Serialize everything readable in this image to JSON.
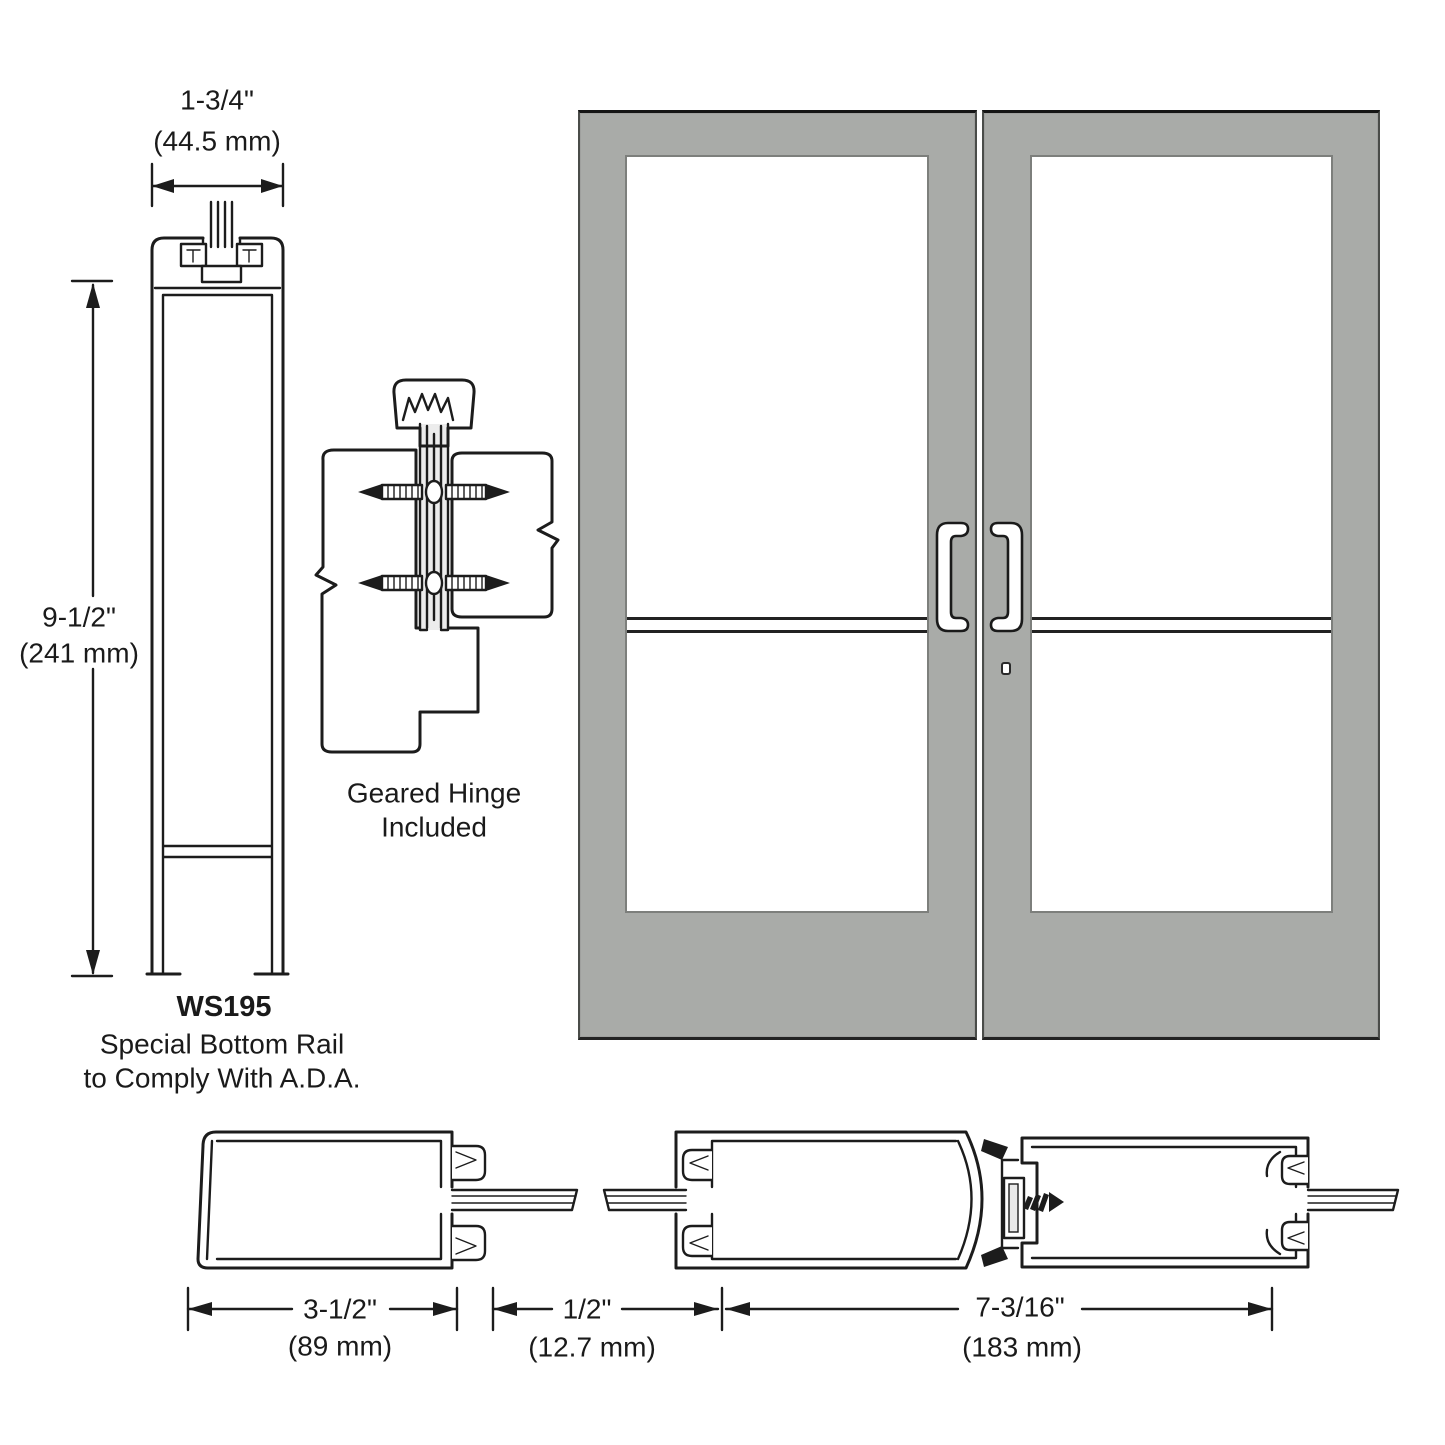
{
  "image": {
    "background": "#ffffff",
    "line_color": "#1c1c1c",
    "door_color": "#a9aba8",
    "glass_color": "#ffffff",
    "handle_color": "#ffffff"
  },
  "rail_section": {
    "width_dim_in": "1-3/4\"",
    "width_dim_mm": "(44.5 mm)",
    "height_dim_in": "9-1/2\"",
    "height_dim_mm": "(241 mm)",
    "code": "WS195",
    "note_line1": "Special Bottom Rail",
    "note_line2": "to Comply With A.D.A."
  },
  "hinge": {
    "label_line1": "Geared Hinge",
    "label_line2": "Included"
  },
  "bottom_profiles": {
    "stile_dim_in": "3-1/2\"",
    "stile_dim_mm": "(89 mm)",
    "stop_dim_in": "1/2\"",
    "stop_dim_mm": "(12.7 mm)",
    "pair_dim_in": "7-3/16\"",
    "pair_dim_mm": "(183 mm)"
  }
}
